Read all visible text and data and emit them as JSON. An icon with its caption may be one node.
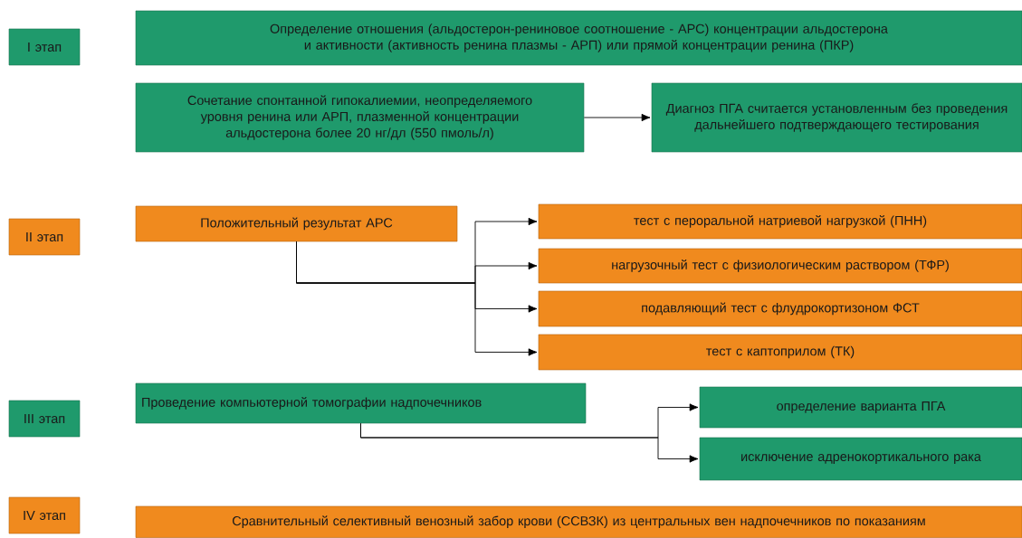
{
  "diagram": {
    "nodes": [
      {
        "text": [
          "I этап"
        ]
      },
      {
        "text": [
          "Определение отношения (альдостерон-рениновое соотношение - АРС) концентрации альдостерона и активности (активность ренина плазмы - АРП) или прямой концентрации ренина (ПКР)"
        ]
      },
      {
        "text": [
          "Сочетание спонтанной гипокалиемии, неопределяемого уровня ренина или АРП, плазменной концентрации альдостерона более 20 нг/дл (550 пмоль/л)"
        ]
      },
      {
        "text": [
          "Диагноз ПГА считается установленным без проведения дальнейшего подтверждающего тестирования"
        ]
      },
      {
        "text": [
          "II этап"
        ]
      },
      {
        "text": [
          "Положительный результат АРС"
        ]
      },
      {
        "text": [
          "тест с пероральной натриевой нагрузкой (ПНН)"
        ]
      },
      {
        "text": [
          "нагрузочный тест с физиологическим раствором (ТФР)"
        ]
      },
      {
        "text": [
          "подавляющий тест с флудрокортизоном ФСТ"
        ]
      },
      {
        "text": [
          "тест с каптоприлом (ТК)"
        ]
      },
      {
        "text": [
          "III этап"
        ]
      },
      {
        "text": [
          "Проведение компьютерной томографии надпочечников"
        ]
      },
      {
        "text": [
          "определение варианта ПГА"
        ]
      },
      {
        "text": [
          "исключение адренокортикального рака"
        ]
      },
      {
        "text": [
          "IV этап"
        ]
      },
      {
        "text": [
          "Сравнительный селективный венозный забор крови (ССВЗК) из центральных вен надпочечников по показаниям"
        ]
      }
    ],
    "edges": [
      {
        "from": 2,
        "to": 3,
        "arrow": "to"
      },
      {
        "from": 5,
        "to": 6,
        "arrow": "to"
      },
      {
        "from": 5,
        "to": 7,
        "arrow": "to"
      },
      {
        "from": 5,
        "to": 8,
        "arrow": "to"
      },
      {
        "from": 5,
        "to": 9,
        "arrow": "to"
      },
      {
        "from": 11,
        "to": 12,
        "arrow": "to"
      },
      {
        "from": 11,
        "to": 13,
        "arrow": "to"
      }
    ]
  }
}
